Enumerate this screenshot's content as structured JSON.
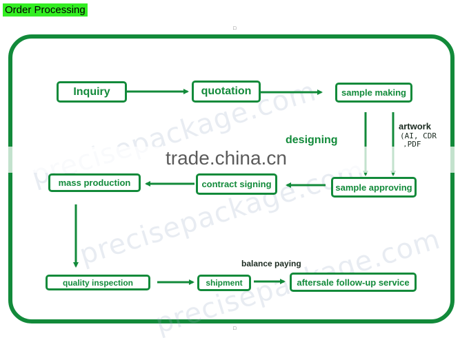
{
  "header": {
    "title": "Order Processing"
  },
  "steps": {
    "inquiry": "Inquiry",
    "quotation": "quotation",
    "sample_making": "sample making",
    "sample_approving": "sample approving",
    "contract_signing": "contract signing",
    "mass_production": "mass production",
    "quality_inspection": "quality inspection",
    "shipment": "shipment",
    "aftersale": "aftersale follow-up service"
  },
  "labels": {
    "designing": "designing",
    "artwork": "artwork",
    "artwork_formats_1": "(AI, CDR",
    "artwork_formats_2": ",PDF",
    "balance_paying": "balance paying"
  },
  "watermarks": {
    "source": "trade.china.cn",
    "brand_a": "precisepackage.com",
    "brand_b": "precisepackage.com",
    "brand_c": "precisepackage.com"
  },
  "colors": {
    "accent": "#128a3a",
    "title_bg": "#33ee22"
  }
}
